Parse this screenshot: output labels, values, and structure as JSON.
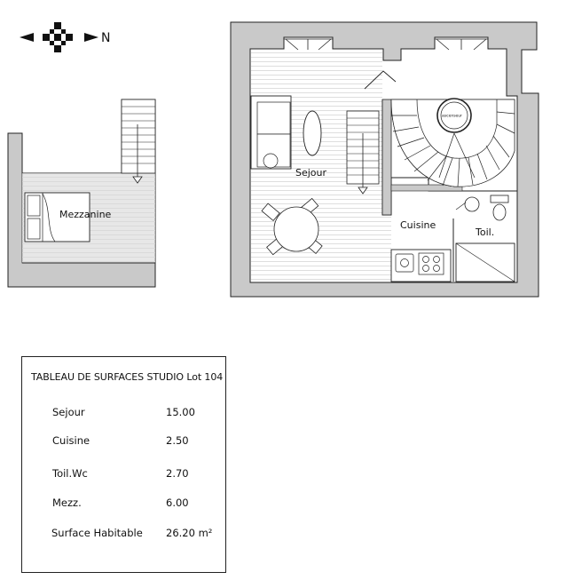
{
  "compass": {
    "north_label": "N"
  },
  "rooms": {
    "mezzanine": "Mezzanine",
    "sejour": "Sejour",
    "cuisine": "Cuisine",
    "toilettes": "Toil.",
    "elevator": "ascenseur"
  },
  "surface_table": {
    "title": "TABLEAU DE SURFACES STUDIO Lot 104",
    "rows": [
      {
        "label": "Sejour",
        "value": "15.00"
      },
      {
        "label": "Cuisine",
        "value": "2.50"
      },
      {
        "label": "Toil.Wc",
        "value": "2.70"
      },
      {
        "label": "Mezz.",
        "value": "6.00"
      }
    ],
    "total": {
      "label": "Surface Habitable",
      "value": "26.20 m²"
    }
  },
  "colors": {
    "wall": "#c9c9c9",
    "line": "#222222",
    "floor_hatch": "#d8d8d8"
  }
}
